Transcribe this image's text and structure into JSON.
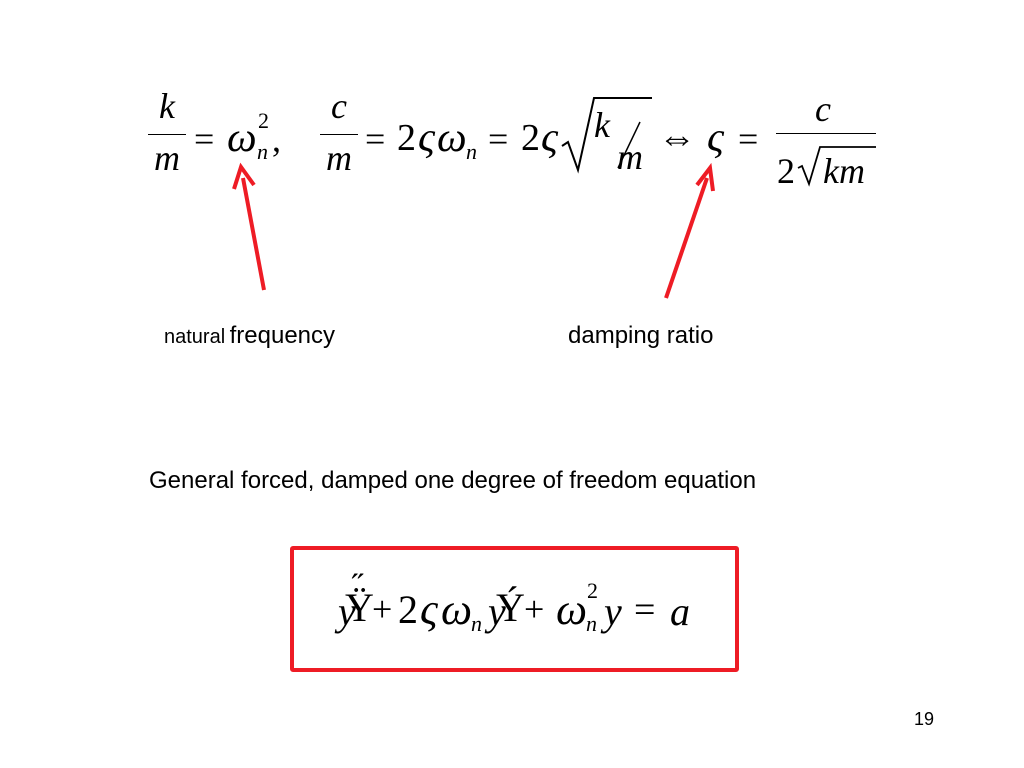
{
  "slide": {
    "top_equation": {
      "k": "k",
      "m": "m",
      "eq": "=",
      "omega": "ω",
      "n": "n",
      "sq": "2",
      "comma": ",",
      "c": "c",
      "two": "2",
      "zeta": "ς",
      "iff": "⇔",
      "km": "km"
    },
    "labels": {
      "natural_small": "natural",
      "frequency": "frequency",
      "damping_ratio": "damping ratio",
      "general_heading": "General forced, damped one degree of freedom equation"
    },
    "boxed_equation": {
      "ydd": "y",
      "ydd_glyph": "Ÿ",
      "ydd_accent": "˝",
      "plus": "+",
      "two": "2",
      "zeta": "ς",
      "omega": "ω",
      "n": "n",
      "yd": "y",
      "yd_glyph": "Ý",
      "sq": "2",
      "y": "y",
      "eq": "=",
      "a": "a"
    },
    "page_number": "19",
    "colors": {
      "arrow": "#ee1c25",
      "box": "#ee1c25",
      "text": "#000000"
    }
  }
}
